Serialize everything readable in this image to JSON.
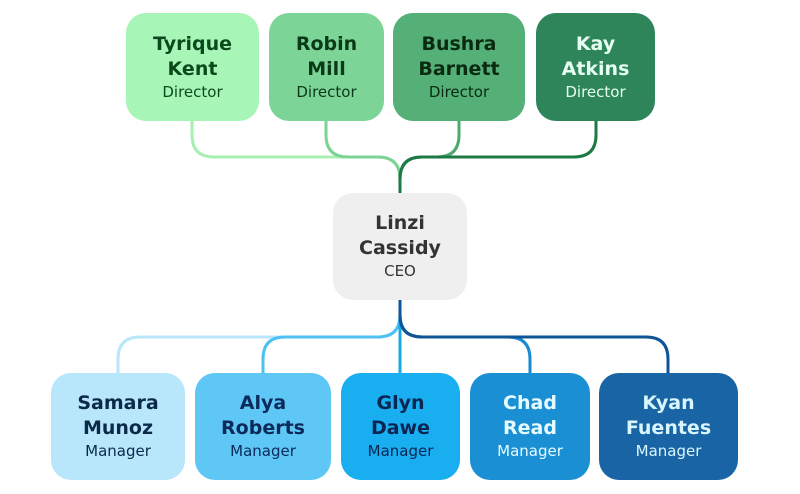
{
  "directors": [
    {
      "first": "Tyrique",
      "last": "Kent",
      "role": "Director",
      "fill": "#a8f5b8",
      "text": "#0b4a1c",
      "link": "#a8f0b2"
    },
    {
      "first": "Robin",
      "last": "Mill",
      "role": "Director",
      "fill": "#7dd497",
      "text": "#0a3a18",
      "link": "#7cd394"
    },
    {
      "first": "Bushra",
      "last": "Barnett",
      "role": "Director",
      "fill": "#55b077",
      "text": "#0a2a12",
      "link": "#4ea96d"
    },
    {
      "first": "Kay",
      "last": "Atkins",
      "role": "Director",
      "fill": "#2e855a",
      "text": "#e6fff0",
      "link": "#1d7a45"
    }
  ],
  "ceo": {
    "first": "Linzi",
    "last": "Cassidy",
    "role": "CEO",
    "fill": "#efefef",
    "text": "#333333"
  },
  "managers": [
    {
      "first": "Samara",
      "last": "Munoz",
      "role": "Manager",
      "fill": "#b8e6fb",
      "text": "#0b2a4a",
      "link": "#b8e6fb"
    },
    {
      "first": "Alya",
      "last": "Roberts",
      "role": "Manager",
      "fill": "#5fc7f5",
      "text": "#0b2a5a",
      "link": "#4fc0f2"
    },
    {
      "first": "Glyn",
      "last": "Dawe",
      "role": "Manager",
      "fill": "#18aef0",
      "text": "#0a2552",
      "link": "#17a8e8"
    },
    {
      "first": "Chad",
      "last": "Read",
      "role": "Manager",
      "fill": "#1a8fd4",
      "text": "#e6fbff",
      "link": "#1a8ad0"
    },
    {
      "first": "Kyan",
      "last": "Fuentes",
      "role": "Manager",
      "fill": "#1864a4",
      "text": "#d8f6ff",
      "link": "#0d5596"
    }
  ]
}
